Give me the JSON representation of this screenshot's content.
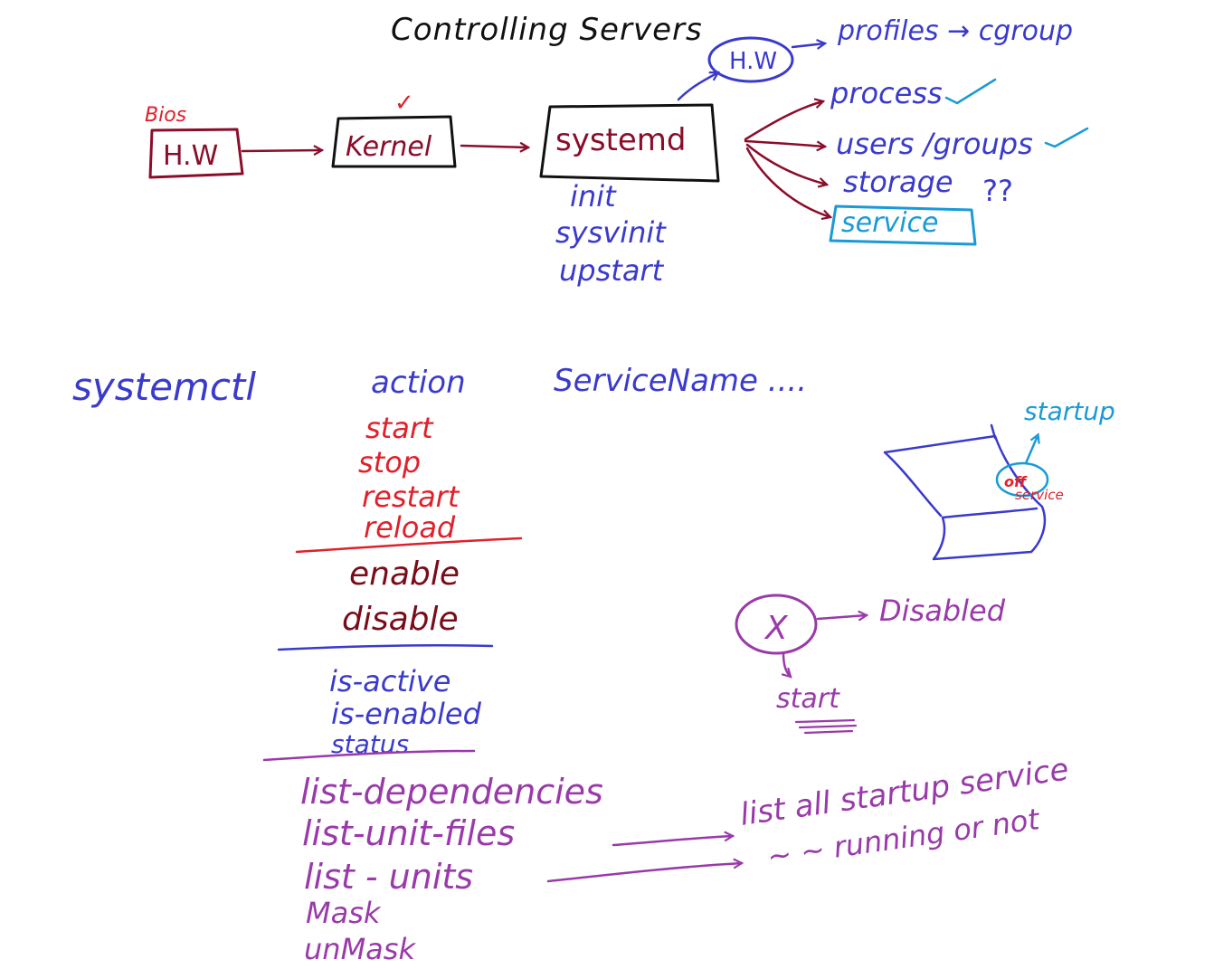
{
  "title": "Controlling Servers",
  "colors": {
    "black": "#111111",
    "maroon": "#8b0d2a",
    "red": "#e0202a",
    "blue": "#3a3acc",
    "cyan": "#1a9ad6",
    "purple": "#9a3aaa",
    "darkred": "#7a0c1a"
  },
  "boot_chain": {
    "bios_label": "Bios",
    "hw_label": "H.W",
    "kernel_label": "Kernel",
    "systemd_label": "systemd",
    "hw_top_label": "H.W",
    "hw_top_target": "profiles → cgroup",
    "alternatives": [
      "init",
      "sysvinit",
      "upstart"
    ],
    "checkmark": "✓"
  },
  "managed": {
    "process": "process",
    "users_groups": "users /groups",
    "storage": "storage",
    "storage_mark": "??",
    "service": "service"
  },
  "command": {
    "cmd": "systemctl",
    "action": "action",
    "service_name": "ServiceName ...."
  },
  "actions": {
    "runtime": [
      "start",
      "stop",
      "restart",
      "reload"
    ],
    "boot": [
      "enable",
      "disable"
    ],
    "query": [
      "is-active",
      "is-enabled",
      "status"
    ],
    "units": [
      "list-dependencies",
      "list-unit-files",
      "list - units",
      "Mask",
      "unMask"
    ]
  },
  "sketch": {
    "startup_label": "startup",
    "on_label": "off",
    "service_label": "service"
  },
  "disabled_note": {
    "circle_label": "X",
    "disabled_label": "Disabled",
    "start_label": "start"
  },
  "notes": {
    "list_all_startup": "list all startup service",
    "running_or_not": "~    ~  running or not"
  }
}
